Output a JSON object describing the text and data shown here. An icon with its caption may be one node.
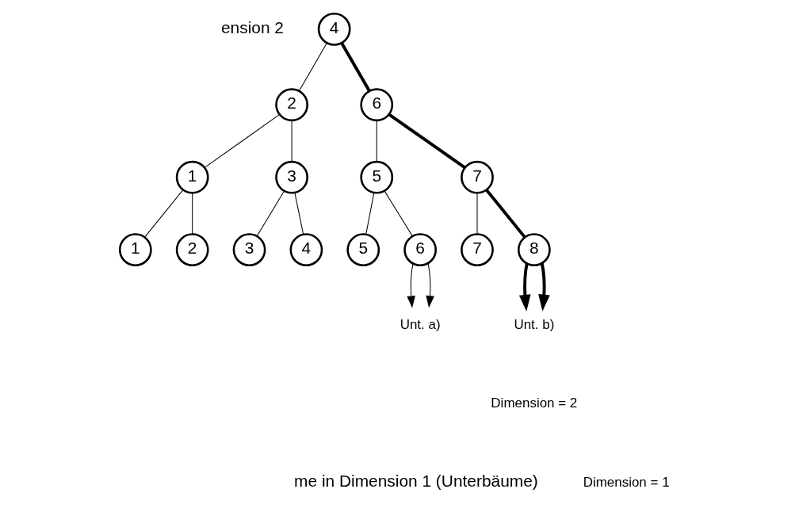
{
  "diagram": {
    "nodes": [
      {
        "text": [
          "4"
        ]
      },
      {
        "text": [
          "2"
        ]
      },
      {
        "text": [
          "6"
        ]
      },
      {
        "text": [
          "1"
        ]
      },
      {
        "text": [
          "3"
        ]
      },
      {
        "text": [
          "5"
        ]
      },
      {
        "text": [
          "7"
        ]
      },
      {
        "text": [
          "1"
        ]
      },
      {
        "text": [
          "2"
        ]
      },
      {
        "text": [
          "3"
        ]
      },
      {
        "text": [
          "4"
        ]
      },
      {
        "text": [
          "5"
        ]
      },
      {
        "text": [
          "6"
        ]
      },
      {
        "text": [
          "7"
        ]
      },
      {
        "text": [
          "8"
        ]
      },
      {
        "text": [
          "Unt. a)"
        ]
      },
      {
        "text": [
          "Unt. b)"
        ]
      }
    ],
    "edges": [
      {
        "from": 0,
        "to": 1,
        "arrow": "none"
      },
      {
        "from": 0,
        "to": 2,
        "arrow": "none",
        "style": "thick"
      },
      {
        "from": 1,
        "to": 3,
        "arrow": "none"
      },
      {
        "from": 1,
        "to": 4,
        "arrow": "none"
      },
      {
        "from": 2,
        "to": 5,
        "arrow": "none"
      },
      {
        "from": 2,
        "to": 6,
        "arrow": "none",
        "style": "thick"
      },
      {
        "from": 3,
        "to": 7,
        "arrow": "none"
      },
      {
        "from": 3,
        "to": 8,
        "arrow": "none"
      },
      {
        "from": 4,
        "to": 9,
        "arrow": "none"
      },
      {
        "from": 4,
        "to": 10,
        "arrow": "none"
      },
      {
        "from": 5,
        "to": 11,
        "arrow": "none"
      },
      {
        "from": 5,
        "to": 12,
        "arrow": "none"
      },
      {
        "from": 6,
        "to": 13,
        "arrow": "none"
      },
      {
        "from": 6,
        "to": 14,
        "arrow": "none",
        "style": "thick"
      },
      {
        "from": 12,
        "to": 15,
        "arrow": "to"
      },
      {
        "from": 12,
        "to": 15,
        "arrow": "to"
      },
      {
        "from": 14,
        "to": 16,
        "arrow": "to",
        "style": "thick"
      },
      {
        "from": 14,
        "to": 16,
        "arrow": "to",
        "style": "thick"
      }
    ],
    "labels": [
      "ension 2",
      "Dimension = 2",
      "me in Dimension 1 (Unterbäume)",
      "Dimension = 1"
    ]
  }
}
